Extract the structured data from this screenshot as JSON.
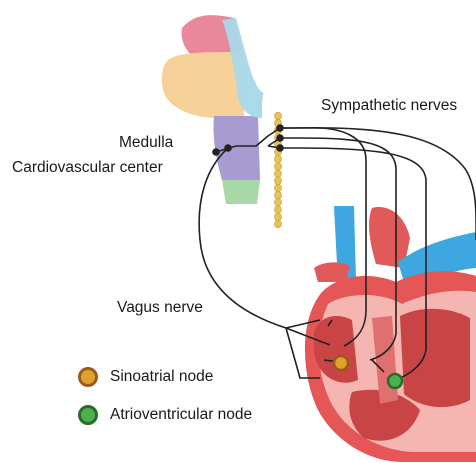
{
  "labels": {
    "sympathetic": "Sympathetic nerves",
    "medulla": "Medulla",
    "cardiovascular_center": "Cardiovascular center",
    "vagus": "Vagus nerve"
  },
  "legend": {
    "sinoatrial": {
      "label": "Sinoatrial node",
      "fill": "#e0a12a",
      "stroke": "#9a5a1c"
    },
    "atrioventricular": {
      "label": "Atrioventricular node",
      "fill": "#4db04d",
      "stroke": "#2a6a2a"
    }
  },
  "colors": {
    "brain_pink": "#e8889a",
    "brain_peach": "#f6d19a",
    "brain_purple": "#a79bd2",
    "brain_green": "#a8d8a8",
    "spinal_canal": "#a9d8ea",
    "sympathetic_chain": "#e6c25a",
    "nerve": "#222222",
    "heart_red": "#e55656",
    "heart_pink": "#f5b5b0",
    "vessel_blue": "#3fa7df"
  }
}
